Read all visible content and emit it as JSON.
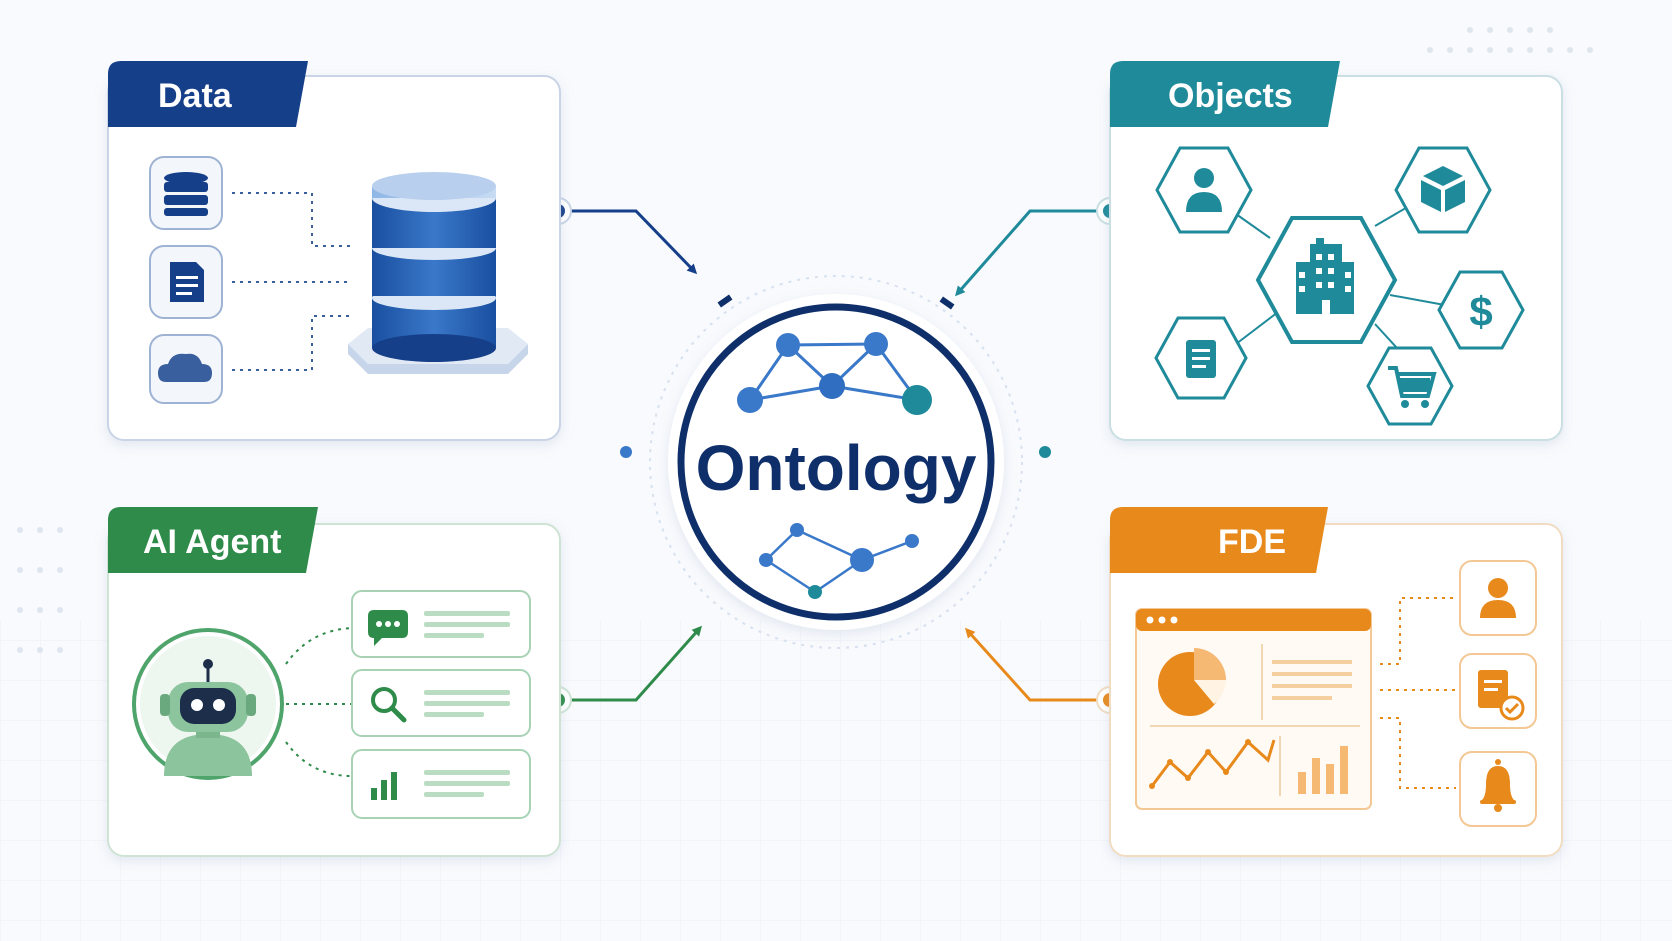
{
  "center": {
    "label": "Ontology",
    "color": "#0f2f6b"
  },
  "panels": {
    "data": {
      "title": "Data",
      "color": "#163f8a",
      "sources": [
        {
          "icon": "database-stack-icon"
        },
        {
          "icon": "document-icon"
        },
        {
          "icon": "cloud-icon"
        }
      ],
      "main_icon": "large-database-icon"
    },
    "objects": {
      "title": "Objects",
      "color": "#1e8a9a",
      "hub_icon": "building-icon",
      "nodes": [
        {
          "icon": "person-icon"
        },
        {
          "icon": "box-icon"
        },
        {
          "icon": "dollar-icon"
        },
        {
          "icon": "cart-icon"
        },
        {
          "icon": "document-icon"
        }
      ]
    },
    "ai_agent": {
      "title": "AI Agent",
      "color": "#2e8b4a",
      "avatar_icon": "robot-icon",
      "items": [
        {
          "icon": "chat-icon"
        },
        {
          "icon": "search-icon"
        },
        {
          "icon": "bar-chart-icon"
        }
      ]
    },
    "fde": {
      "title": "FDE",
      "color": "#e8891c",
      "dashboard_icons": [
        "pie-chart-icon",
        "line-chart-icon",
        "bar-chart-icon"
      ],
      "side_icons": [
        {
          "icon": "person-icon"
        },
        {
          "icon": "task-check-icon"
        },
        {
          "icon": "bell-icon"
        }
      ]
    }
  }
}
